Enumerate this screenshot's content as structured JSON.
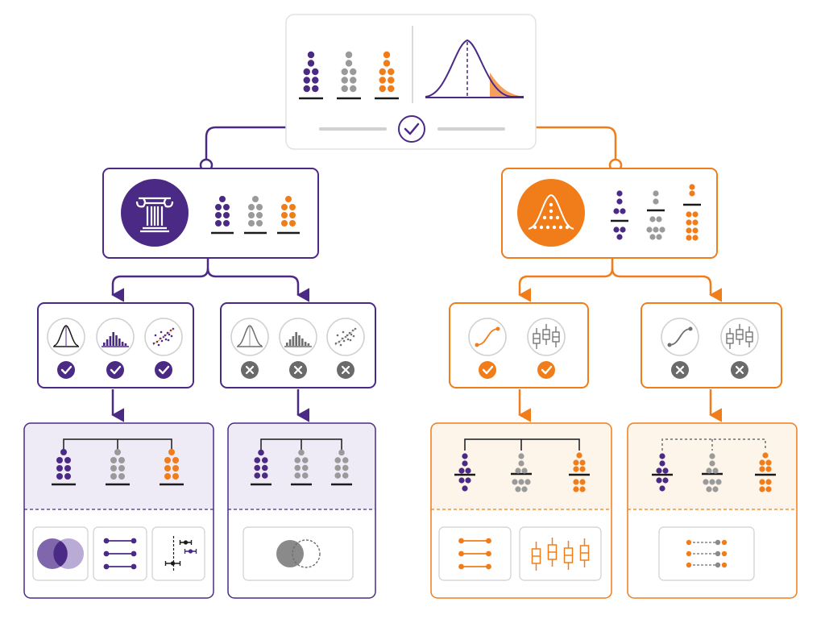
{
  "colors": {
    "purple": "#4B2A85",
    "purple_tint": "#EFEBF6",
    "purple_light": "#8F7BB8",
    "orange": "#F07D1A",
    "orange_tint": "#FDF4EA",
    "gray": "#9A9A9A",
    "gray_dark": "#6E6E6E",
    "black": "#1A1A1A",
    "border_gray": "#D9D9D9"
  },
  "top": {
    "groups": [
      "purple",
      "gray",
      "orange"
    ],
    "distribution": "normal-curve-with-shaded-tail",
    "check_icon": "check-circle-icon"
  },
  "branches": [
    {
      "color": "purple",
      "header_icon": "column-pillar-icon",
      "header_groups": [
        "purple",
        "gray",
        "orange"
      ],
      "assumption_sets": [
        {
          "icons": [
            "normal-curve-icon",
            "histogram-icon",
            "scatter-plot-icon"
          ],
          "status": [
            "pass",
            "pass",
            "pass"
          ]
        },
        {
          "icons": [
            "normal-curve-icon",
            "histogram-icon",
            "scatter-plot-icon"
          ],
          "status": [
            "fail",
            "fail",
            "fail"
          ]
        }
      ],
      "results": [
        {
          "style": "solid",
          "groups": [
            "purple",
            "gray",
            "orange"
          ],
          "outputs": [
            "venn-overlap-icon",
            "pairwise-lines-icon",
            "confidence-interval-icon"
          ]
        },
        {
          "style": "solid",
          "groups": [
            "purple",
            "gray",
            "gray"
          ],
          "outputs": [
            "venn-partial-icon"
          ]
        }
      ]
    },
    {
      "color": "orange",
      "header_icon": "bell-curve-dots-icon",
      "header_groups": [
        "purple",
        "gray",
        "orange"
      ],
      "assumption_sets": [
        {
          "icons": [
            "monotonic-curve-icon",
            "boxplot-icon"
          ],
          "status": [
            "pass",
            "pass"
          ]
        },
        {
          "icons": [
            "monotonic-curve-icon",
            "boxplot-icon"
          ],
          "status": [
            "fail",
            "fail"
          ]
        }
      ],
      "results": [
        {
          "style": "solid",
          "groups": [
            "purple",
            "gray",
            "orange"
          ],
          "outputs": [
            "rank-lines-icon",
            "boxplots-icon"
          ]
        },
        {
          "style": "dashed",
          "groups": [
            "purple",
            "gray",
            "orange"
          ],
          "outputs": [
            "dashed-comparison-icon"
          ]
        }
      ]
    }
  ]
}
